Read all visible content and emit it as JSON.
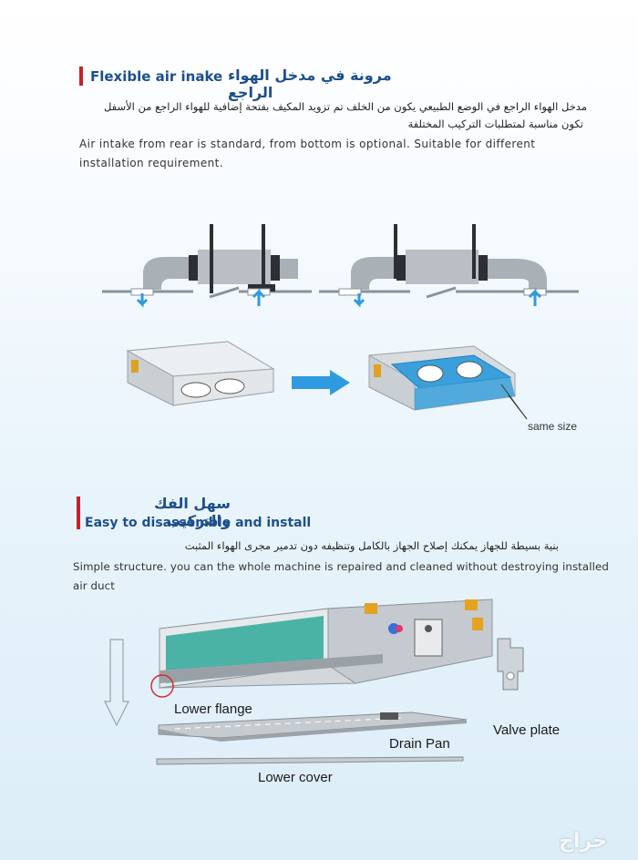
{
  "section1": {
    "title_en": "Flexible air inake",
    "title_ar": "مرونة في مدخل الهواء الراجع",
    "desc_ar_line1": "مدخل الهواء الراجع في الوضع الطبيعي يكون من الخلف تم تزويد المكيف بفتحة إضافية للهواء الراجع من الأسفل",
    "desc_ar_line2": "تكون مناسبة لمتطلبات التركيب المختلفة",
    "desc_en": "Air intake from rear is standard, from bottom is optional. Suitable for different installation requirement.",
    "same_size_label": "same size"
  },
  "section2": {
    "title_ar": "سهل الفك والتركيب",
    "title_en": "Easy to disassemble and install",
    "desc_ar": "بنية بسيطة للجهاز يمكنك إصلاح الجهاز بالكامل وتنظيفه دون تدمير مجرى الهواء المثبت",
    "desc_en": "Simple structure. you can the whole machine is repaired and cleaned without destroying installed air duct",
    "labels": {
      "lower_flange": "Lower flange",
      "valve_plate": "Valve plate",
      "drain_pan": "Drain Pan",
      "lower_cover": "Lower cover"
    }
  },
  "watermark": "حراج",
  "colors": {
    "heading_blue": "#1d4f8a",
    "accent_red": "#c8202a",
    "arrow_blue": "#2e9be0",
    "coil_teal": "#2fa89a"
  }
}
